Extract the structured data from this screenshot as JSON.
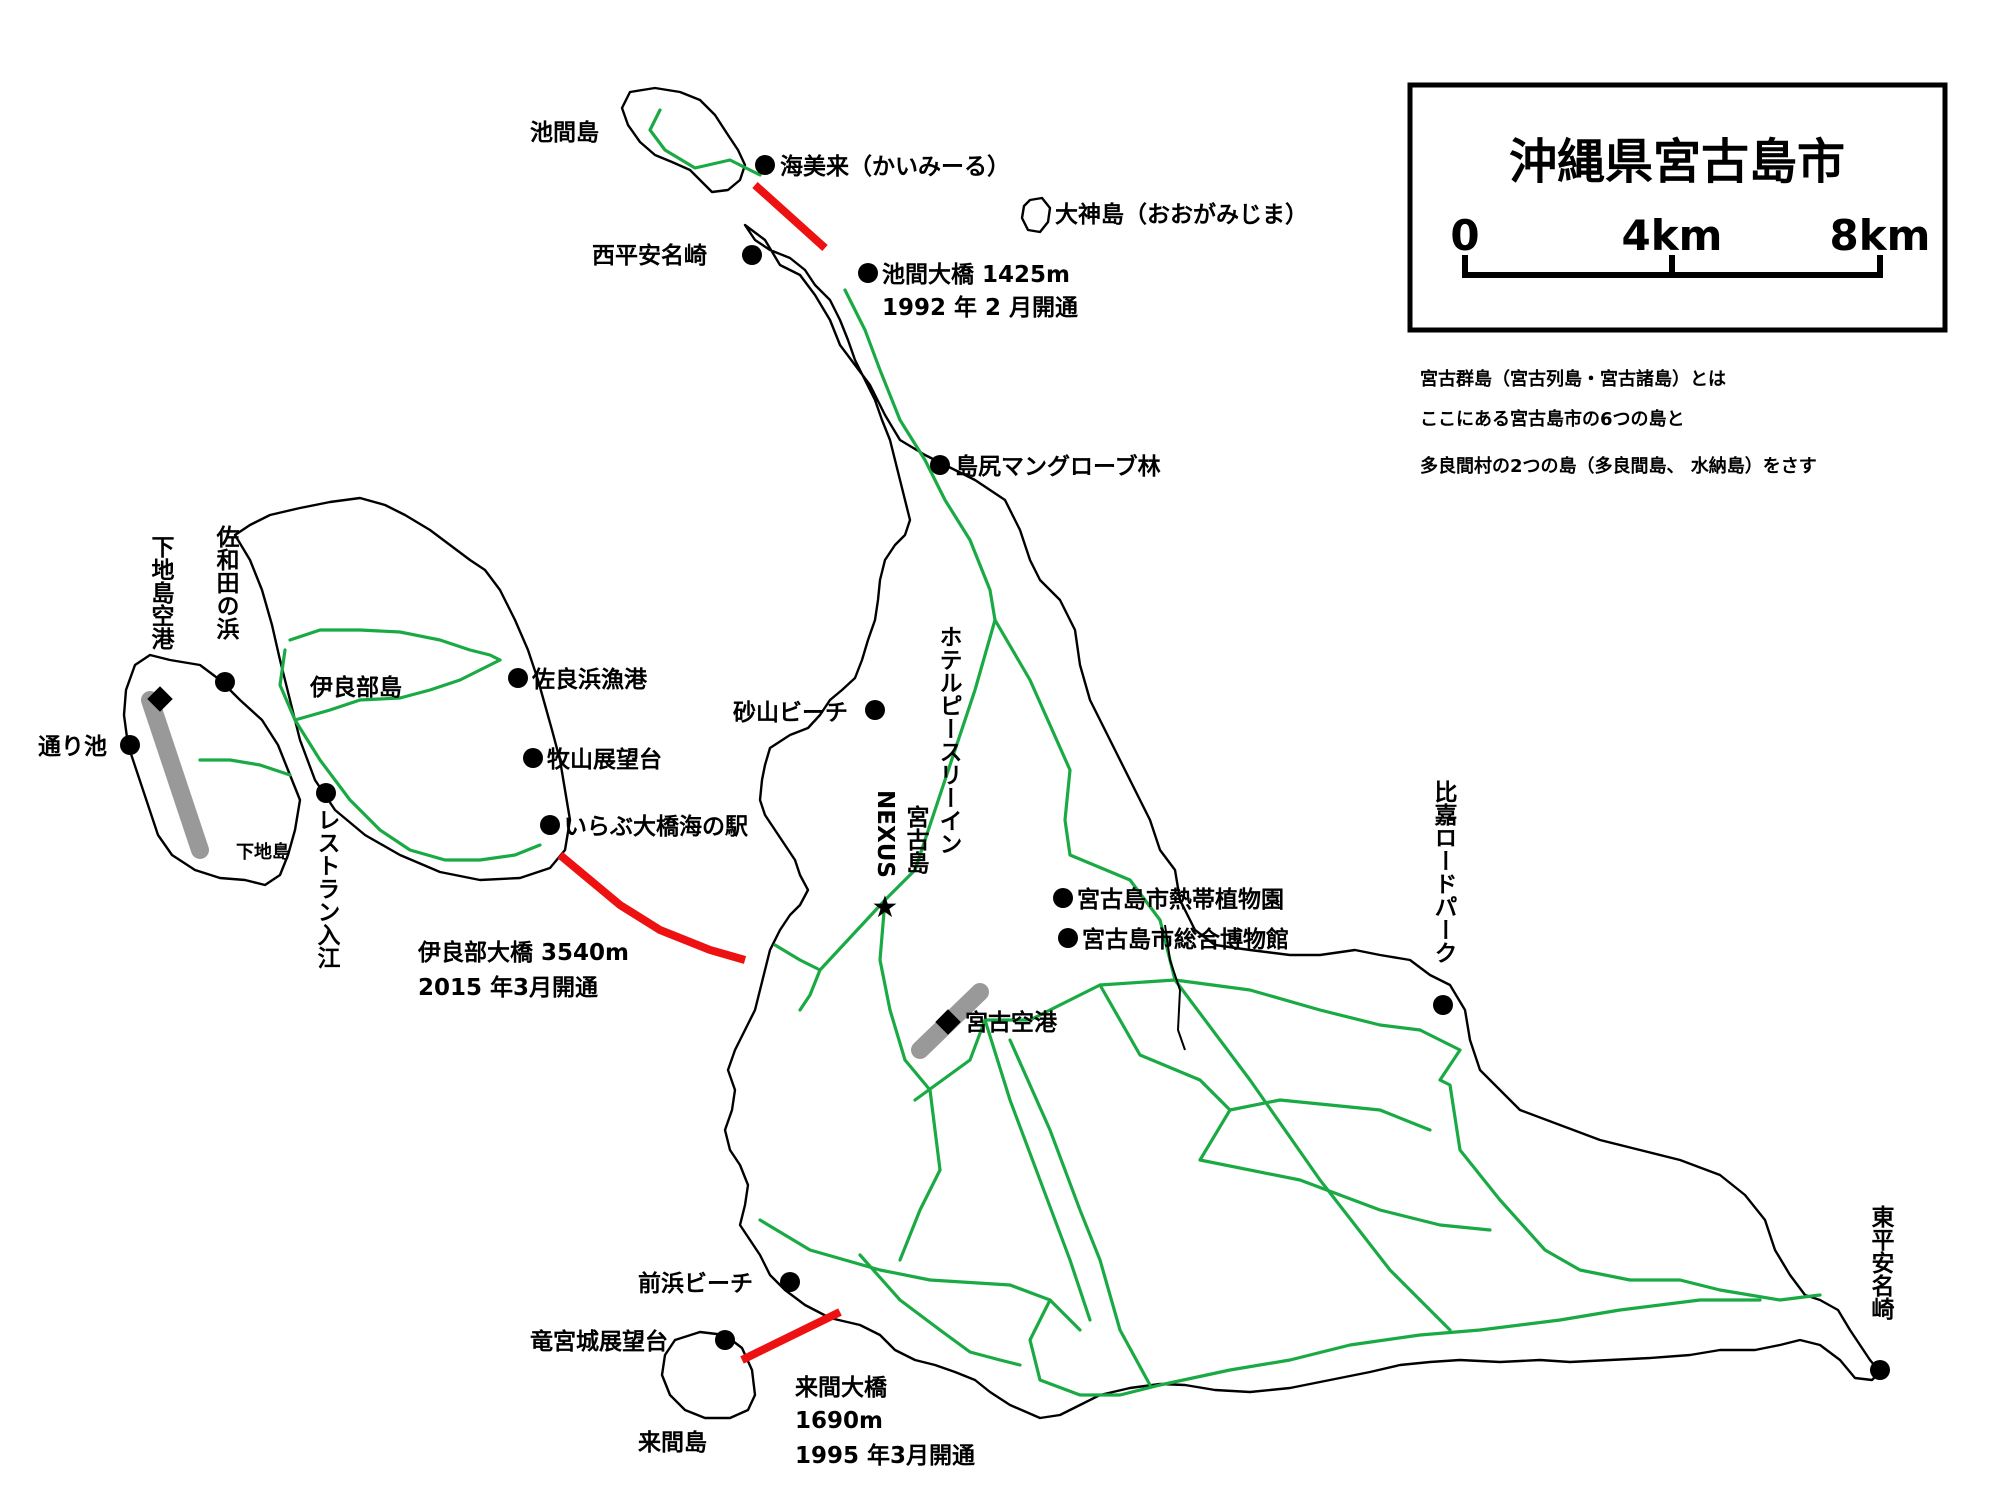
{
  "title": "沖縄県宮古島市",
  "scale_bar": {
    "labels": [
      "0",
      "4km",
      "8km"
    ]
  },
  "info_lines": [
    "宮古群島（宮古列島・宮古諸島）とは",
    "ここにある宮古島市の6つの島と",
    "多良間村の2つの島（多良間島、 水納島）をさす"
  ],
  "islands": {
    "ikema": "池間島",
    "ogami": "大神島（おおがみじま）",
    "shimoji": "下地島",
    "kurima": "来間島",
    "irabu": "伊良部島",
    "miyako": "宮古島"
  },
  "points": {
    "umi_miru": "海美来（かいみーる）",
    "nishi_hennazaki": "西平安名崎",
    "shimajiri": "島尻マングローブ林",
    "sunayama": "砂山ビーチ",
    "sarahama": "佐良浜漁港",
    "makiyama": "牧山展望台",
    "irabu_station": "いらぶ大橋海の駅",
    "torii_ike": "通り池",
    "tropical_garden": "宮古島市熱帯植物園",
    "museum": "宮古島市総合博物館",
    "maehama": "前浜ビーチ",
    "ryuguujou": "竜宮城展望台"
  },
  "vertical_labels": {
    "shimoji_airport": "下地島空港",
    "sawada": "佐和田の浜",
    "restaurant_irie": "レストラン入江",
    "hotel": "ホテルピースリーイン",
    "nexus": "NEXUS",
    "higa_road_park": "比嘉ロードパーク",
    "higashi_hennazaki": "東平安名崎"
  },
  "airports": {
    "miyako_airport": "宮古空港"
  },
  "bridges": {
    "ikema": {
      "name": "池間大橋 1425m",
      "opened": "1992 年 2 月開通"
    },
    "irabu": {
      "name": "伊良部大橋 3540m",
      "opened": "2015 年3月開通"
    },
    "kurima": {
      "name": "来間大橋",
      "length": "1690m",
      "opened": "1995 年3月開通"
    }
  },
  "colors": {
    "road": "#1aaa44",
    "bridge": "#ee1111",
    "runway": "#999999",
    "coast": "#000000"
  },
  "marker_icons": {
    "point": "black-circle",
    "airport": "black-diamond",
    "hotel": "black-star"
  }
}
